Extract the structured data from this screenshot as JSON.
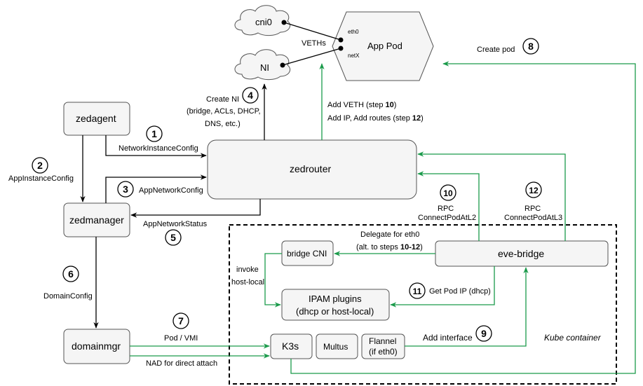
{
  "nodes": {
    "cni0": "cni0",
    "ni": "NI",
    "app_pod": "App Pod",
    "eth0_port": "eth0",
    "netx_port": "netX",
    "zedagent": "zedagent",
    "zedrouter": "zedrouter",
    "zedmanager": "zedmanager",
    "domainmgr": "domainmgr",
    "bridge_cni": "bridge CNI",
    "eve_bridge": "eve-bridge",
    "ipam_line1": "IPAM plugins",
    "ipam_line2": "(dhcp or host-local)",
    "k3s": "K3s",
    "multus": "Multus",
    "flannel_line1": "Flannel",
    "flannel_line2": "(if eth0)",
    "kube_container": "Kube container"
  },
  "labels": {
    "veths": "VETHs",
    "create_pod": "Create pod",
    "create_ni_1": "Create NI",
    "create_ni_2": "(bridge, ACLs, DHCP,",
    "create_ni_3": "DNS, etc.)",
    "add_veth_pre": "Add VETH (step ",
    "add_veth_num": "10",
    "add_veth_post": ")",
    "add_ip_pre": "Add IP, Add routes (step ",
    "add_ip_num": "12",
    "add_ip_post": ")",
    "network_instance_config": "NetworkInstanceConfig",
    "app_instance_config": "AppInstanceConfig",
    "app_network_config": "AppNetworkConfig",
    "app_network_status": "AppNetworkStatus",
    "rpc_l2_1": "RPC",
    "rpc_l2_2": "ConnectPodAtL2",
    "rpc_l3_1": "RPC",
    "rpc_l3_2": "ConnectPodAtL3",
    "delegate_1": "Delegate for eth0",
    "delegate_2_pre": "(alt. to steps ",
    "delegate_2_num": "10-12",
    "delegate_2_post": ")",
    "invoke_1": "invoke",
    "invoke_2": "host-local",
    "get_pod_ip": "Get Pod IP (dhcp)",
    "domain_config": "DomainConfig",
    "pod_vmi": "Pod / VMI",
    "nad": "NAD for direct attach",
    "add_interface": "Add interface"
  },
  "steps": [
    "1",
    "2",
    "3",
    "4",
    "5",
    "6",
    "7",
    "8",
    "9",
    "10",
    "11",
    "12"
  ],
  "colors": {
    "black_arrow": "#000000",
    "green_arrow": "#1a9a4a",
    "box_fill": "#f5f5f5"
  }
}
